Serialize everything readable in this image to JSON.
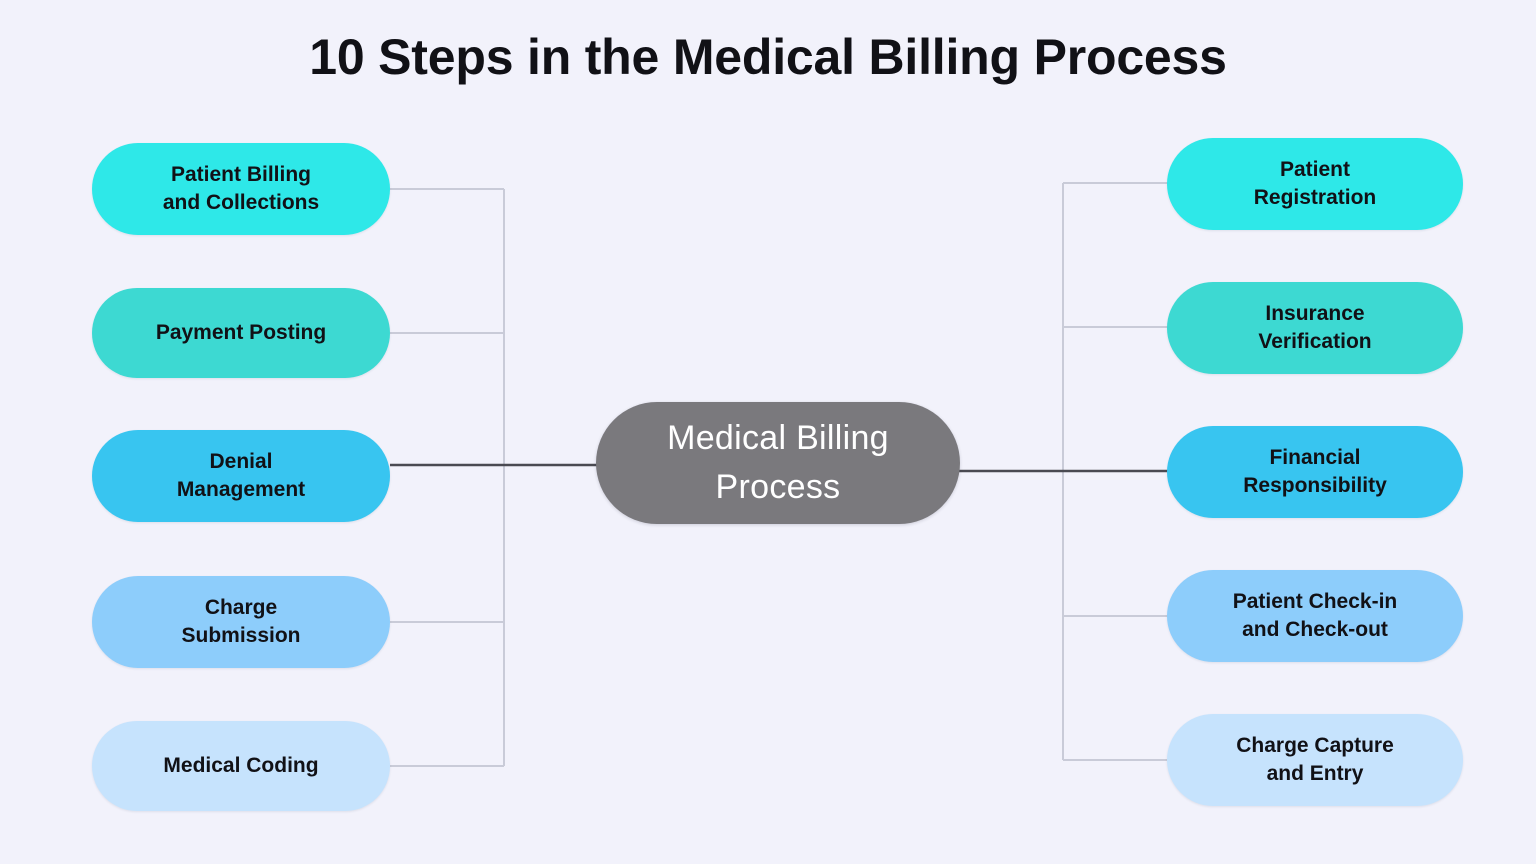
{
  "page": {
    "title": "10 Steps in the Medical Billing Process",
    "background_color": "#f2f2fb"
  },
  "hub": {
    "label": "Medical Billing\nProcess",
    "fill": "#7a797d",
    "text_color": "#ffffff"
  },
  "connector": {
    "spine_color": "#c9cbd8",
    "main_color": "#4a4a52"
  },
  "left_branch": {
    "name": "left-branch",
    "nodes": [
      {
        "id": "patient-billing-and-collections",
        "label": "Patient Billing\nand Collections",
        "fill": "#2ee8e8",
        "text_color": "#111116",
        "highlighted": false
      },
      {
        "id": "payment-posting",
        "label": "Payment Posting",
        "fill": "#3dd9d2",
        "text_color": "#111116",
        "highlighted": false
      },
      {
        "id": "denial-management",
        "label": "Denial\nManagement",
        "fill": "#38c5f0",
        "text_color": "#111116",
        "highlighted": true
      },
      {
        "id": "charge-submission",
        "label": "Charge\nSubmission",
        "fill": "#8dcdfb",
        "text_color": "#111116",
        "highlighted": false
      },
      {
        "id": "medical-coding",
        "label": "Medical Coding",
        "fill": "#c6e3fd",
        "text_color": "#111116",
        "highlighted": false
      }
    ]
  },
  "right_branch": {
    "name": "right-branch",
    "nodes": [
      {
        "id": "patient-registration",
        "label": "Patient\nRegistration",
        "fill": "#2ee8e8",
        "text_color": "#111116",
        "highlighted": false
      },
      {
        "id": "insurance-verification",
        "label": "Insurance\nVerification",
        "fill": "#3dd9d2",
        "text_color": "#111116",
        "highlighted": false
      },
      {
        "id": "financial-responsibility",
        "label": "Financial\nResponsibility",
        "fill": "#38c5f0",
        "text_color": "#111116",
        "highlighted": true
      },
      {
        "id": "patient-check-in-and-check-out",
        "label": "Patient Check-in\nand Check-out",
        "fill": "#8dcdfb",
        "text_color": "#111116",
        "highlighted": false
      },
      {
        "id": "charge-capture-and-entry",
        "label": "Charge Capture\nand Entry",
        "fill": "#c6e3fd",
        "text_color": "#111116",
        "highlighted": false
      }
    ]
  },
  "chart_data": {
    "type": "diagram",
    "diagram_type": "mind-map",
    "title": "10 Steps in the Medical Billing Process",
    "center": "Medical Billing Process",
    "total_steps": 10,
    "branches": [
      {
        "side": "right",
        "items": [
          "Patient Registration",
          "Insurance Verification",
          "Financial Responsibility",
          "Patient Check-in and Check-out",
          "Charge Capture and Entry"
        ]
      },
      {
        "side": "left",
        "items": [
          "Medical Coding",
          "Charge Submission",
          "Denial Management",
          "Payment Posting",
          "Patient Billing and Collections"
        ]
      }
    ]
  }
}
